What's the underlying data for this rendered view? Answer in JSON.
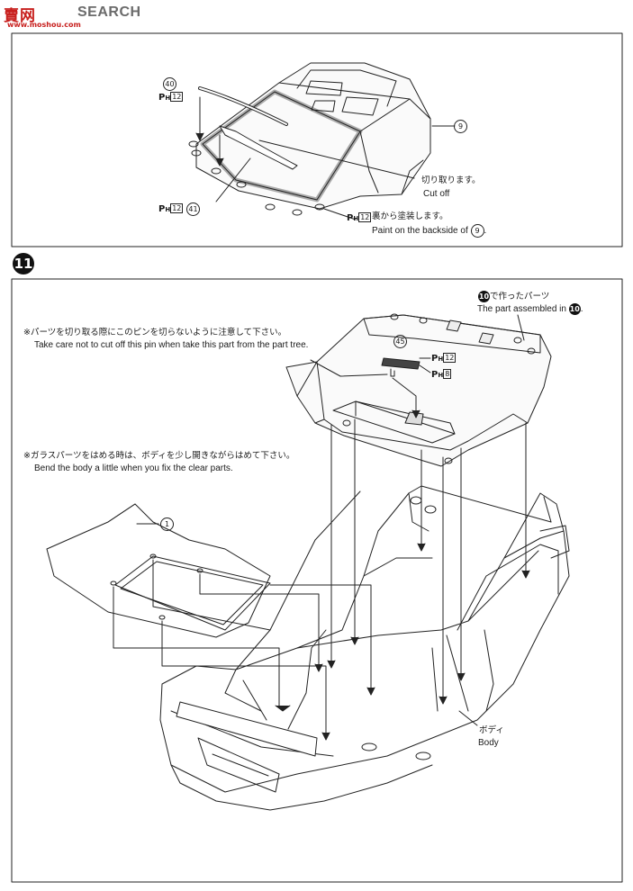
{
  "watermark": {
    "brand": "賣网",
    "search": "SEARCH",
    "url": "www.moshou.com"
  },
  "top_panel": {
    "part40": "40",
    "part40_ph": "12",
    "part41": "41",
    "part41_ph": "12",
    "part9": "9",
    "cutoff_jp": "切り取ります。",
    "cutoff_en": "Cut off",
    "paint_ph": "12",
    "paint_jp": "裏から塗装します。",
    "paint_en_prefix": "Paint on the backside of",
    "paint_en_part": "9",
    "paint_en_suffix": "."
  },
  "step": {
    "number": "11",
    "note_pin_jp": "※パーツを切り取る際にこのピンを切らないように注意して下さい。",
    "note_pin_en": "Take care not to cut off this pin when take this part from the part tree.",
    "note_glass_jp": "※ガラスパーツをはめる時は、ボディを少し開きながらはめて下さい。",
    "note_glass_en": "Bend the body a little when you fix the clear parts.",
    "assembled_num": "10",
    "assembled_jp": "で作ったパーツ",
    "assembled_en": "The part assembled in",
    "assembled_en_num": "10",
    "part45": "45",
    "part45_ph1": "12",
    "part45_ph2": "8",
    "part1": "1",
    "body_jp": "ボディ",
    "body_en": "Body"
  },
  "ph_label": "P",
  "ph_sub": "H"
}
